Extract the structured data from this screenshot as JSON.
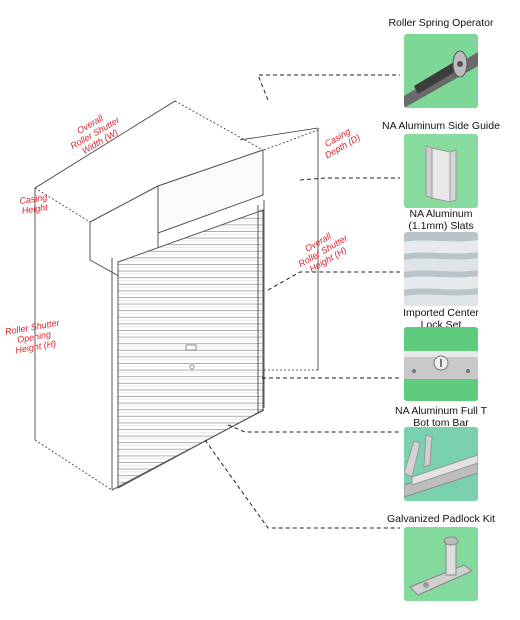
{
  "dimensions": {
    "overall_width": "Overall\nRoller Shutter\nWidth (W)",
    "casing_depth": "Casing\nDepth (D)",
    "casing_height": "Casing\nHeight",
    "overall_height": "Overall\nRoller Shutter\nHeight (H)",
    "opening_height": "Roller Shutter\nOpening\nHeight (H)"
  },
  "parts": [
    {
      "label": "Roller Spring Operator",
      "icon": "spring-operator-icon"
    },
    {
      "label": "NA Aluminum Side Guide",
      "icon": "side-guide-icon"
    },
    {
      "label": "NA Aluminum\n(1.1mm) Slats",
      "icon": "slats-icon"
    },
    {
      "label": "Imported Center\nLock Set",
      "icon": "lock-set-icon"
    },
    {
      "label": "NA Aluminum Full T\nBot tom Bar",
      "icon": "bottom-bar-icon"
    },
    {
      "label": "Galvanized Padlock Kit",
      "icon": "padlock-kit-icon"
    }
  ],
  "colors": {
    "dimension_text": "#d8232a",
    "thumbnail_bg": "#5ecb7e"
  }
}
